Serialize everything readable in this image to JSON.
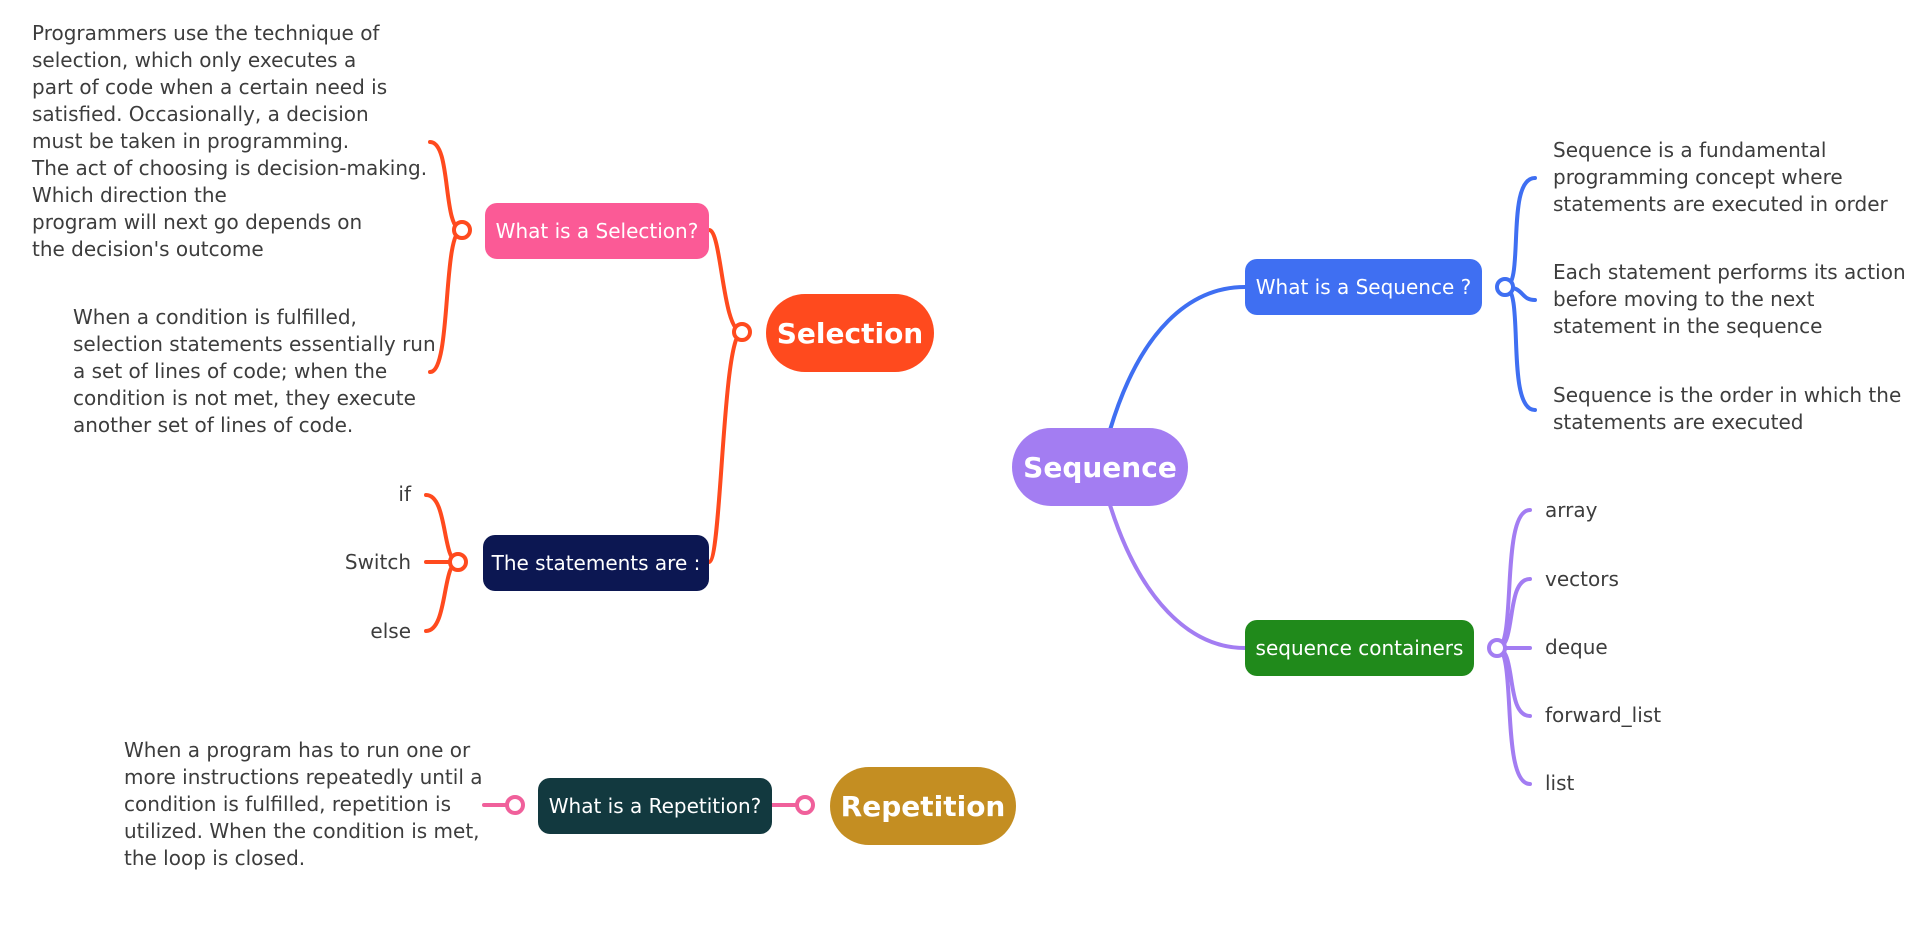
{
  "colors": {
    "selection": "#ff4a1e",
    "selection_question": "#fb5a96",
    "statements": "#0c1752",
    "sequence": "#a37df2",
    "sequence_question": "#3f6ff2",
    "containers": "#208a1b",
    "repetition": "#c48e22",
    "repetition_question": "#12393f",
    "repetition_line": "#f0609b",
    "sequence_line": "#3f6ff2",
    "containers_line": "#a37df2",
    "text": "#3d3d3d"
  },
  "selection": {
    "title": "Selection",
    "question": {
      "label": "What is a Selection?",
      "answers": [
        "Programmers use the technique of\nselection, which only executes a\npart of code when a certain need is\nsatisfied. Occasionally, a decision\nmust be taken in programming.\nThe act of choosing is decision-making.\nWhich direction the\nprogram will next go depends on\nthe decision's outcome",
        "When a condition is fulfilled,\nselection statements essentially run\na set of lines of code; when the\ncondition is not met, they execute\nanother set of lines of code."
      ]
    },
    "statements": {
      "label": "The statements are :",
      "items": [
        "if",
        "Switch",
        "else"
      ]
    }
  },
  "sequence": {
    "title": "Sequence",
    "question": {
      "label": "What is a Sequence ?",
      "answers": [
        "Sequence is a fundamental\nprogramming concept where\nstatements are executed in order",
        "Each statement performs its action\nbefore moving to the next\nstatement in the sequence",
        "Sequence is the order in which the\nstatements are executed"
      ]
    },
    "containers": {
      "label": "sequence containers",
      "items": [
        "array",
        "vectors",
        "deque",
        "forward_list",
        "list"
      ]
    }
  },
  "repetition": {
    "title": "Repetition",
    "question": {
      "label": "What is a Repetition?",
      "answer": "When a program has to run one or\nmore instructions repeatedly until a\ncondition is fulfilled, repetition is\nutilized. When the condition is met,\nthe loop is closed."
    }
  }
}
